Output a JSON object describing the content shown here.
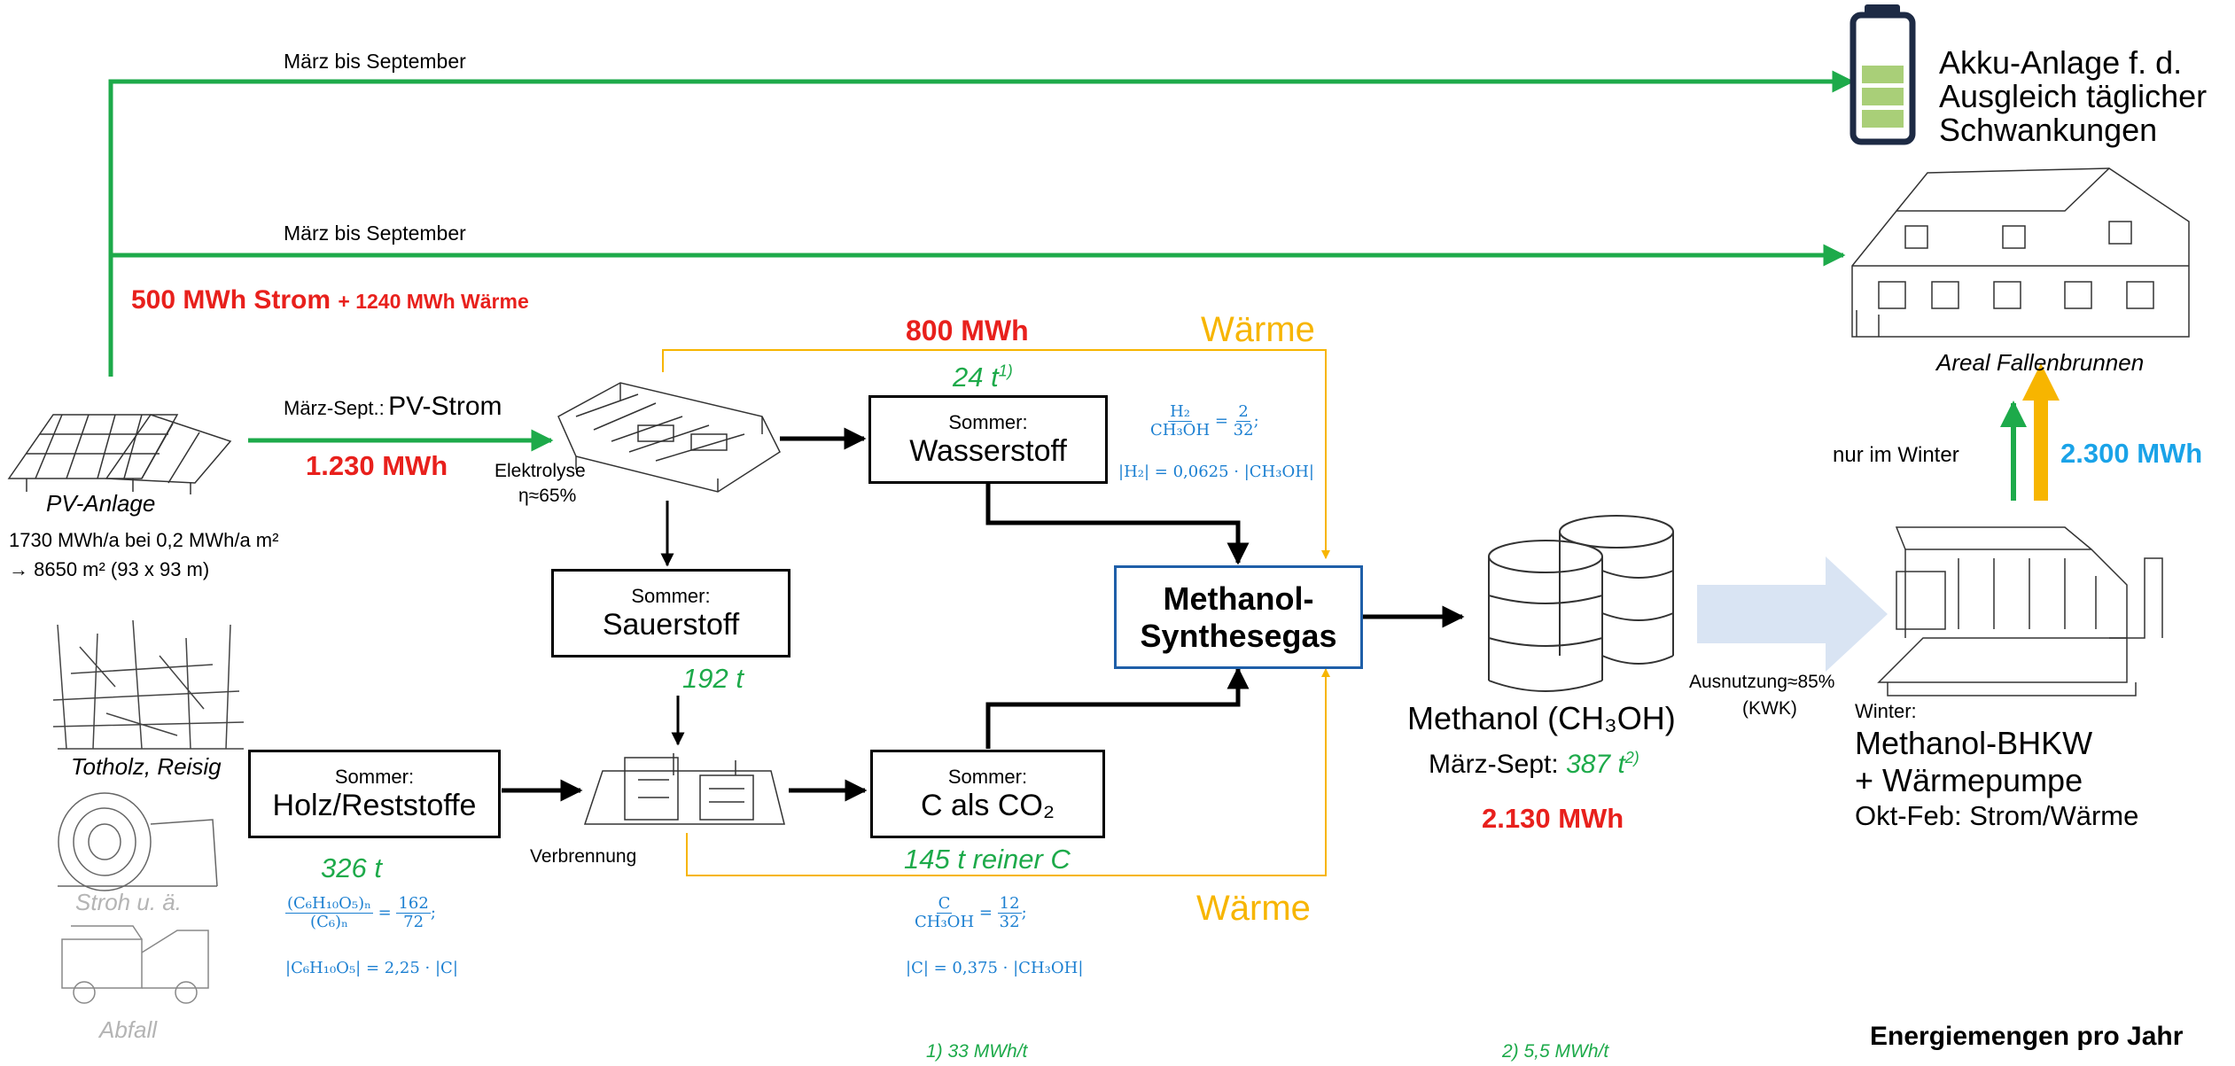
{
  "top_route": {
    "label": "März bis September"
  },
  "mid_route": {
    "label": "März bis September"
  },
  "battery": {
    "line1": "Akku-Anlage f. d.",
    "line2": "Ausgleich täglicher",
    "line3": "Schwankungen",
    "color": "#1d2a44",
    "fill": "#a9cf78"
  },
  "direct_supply": {
    "strom": "500 MWh Strom",
    "waerme": "+ 1240 MWh Wärme"
  },
  "areal": {
    "label": "Areal Fallenbrunnen"
  },
  "pv": {
    "route_prefix": "März-Sept.:",
    "route_main": "PV-Strom",
    "energy": "1.230 MWh",
    "label": "PV-Anlage",
    "detail1": "1730 MWh/a bei 0,2 MWh/a m²",
    "detail2": "→ 8650 m²  (93 x 93 m)"
  },
  "electrolysis": {
    "label": "Elektrolyse",
    "eff": "η≈65%"
  },
  "heat_top": {
    "energy": "800 MWh",
    "label": "Wärme"
  },
  "hydrogen": {
    "small": "Sommer:",
    "big": "Wasserstoff",
    "mass": "24 t",
    "note": "1)"
  },
  "h2_formula": {
    "num": "H₂",
    "den": "CH₃OH",
    "num2": "2",
    "den2": "32",
    "tail": ";",
    "line2": "|H₂| = 0,0625 · |CH₃OH|"
  },
  "oxygen": {
    "small": "Sommer:",
    "big": "Sauerstoff",
    "mass": "192 t"
  },
  "synthesis": {
    "line1": "Methanol-",
    "line2": "Synthesegas",
    "border": "#1f5fa8"
  },
  "biomass": {
    "totholz": "Totholz, Reisig",
    "stroh": "Stroh u. ä.",
    "abfall": "Abfall"
  },
  "wood": {
    "small": "Sommer:",
    "big": "Holz/Reststoffe",
    "mass": "326 t"
  },
  "wood_formula": {
    "num": "(C₆H₁₀O₅)ₙ",
    "den": "(C₆)ₙ",
    "num2": "162",
    "den2": "72",
    "tail": ";",
    "line2": "|C₆H₁₀O₅| = 2,25 · |C|"
  },
  "combustion": {
    "label": "Verbrennung"
  },
  "carbon": {
    "small": "Sommer:",
    "big": "C als CO₂",
    "mass": "145 t reiner C"
  },
  "c_formula": {
    "num": "C",
    "den": "CH₃OH",
    "num2": "12",
    "den2": "32",
    "tail": ";",
    "line2": "|C| = 0,375 · |CH₃OH|"
  },
  "heat_bottom": {
    "label": "Wärme"
  },
  "methanol": {
    "title": "Methanol (CH₃OH)",
    "period": "März-Sept:",
    "mass": "387 t",
    "note": "2)",
    "energy": "2.130 MWh"
  },
  "usage": {
    "line1": "Ausnutzung≈85%",
    "line2": "(KWK)"
  },
  "winter_supply": {
    "label": "nur im Winter",
    "energy": "2.300 MWh",
    "energy_color": "#1aa3e8"
  },
  "bhkw": {
    "prefix": "Winter:",
    "line1": "Methanol-BHKW",
    "line2": "+ Wärmepumpe",
    "line3": "Okt-Feb: Strom/Wärme"
  },
  "footnotes": {
    "f1": "1) 33 MWh/t",
    "f2": "2) 5,5 MWh/t"
  },
  "footer": {
    "title": "Energiemengen pro Jahr"
  },
  "colors": {
    "green": "#1daa4a",
    "orange": "#f7b500",
    "red": "#e8201c",
    "blue": "#1b7fd1",
    "black": "#000000",
    "arrow_light": "#d9e4f3"
  }
}
